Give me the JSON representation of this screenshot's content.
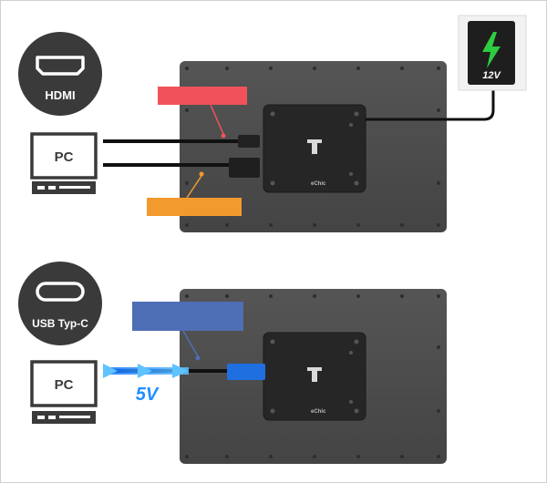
{
  "top_panel": {
    "hdmi_label": "HDMI",
    "pc_label": "PC",
    "adapter_label": "12V",
    "brand_label": "eChic",
    "callout_red_color": "#f1525a",
    "callout_orange_color": "#f29a2e"
  },
  "bottom_panel": {
    "usb_label": "USB Typ-C",
    "pc_label": "PC",
    "voltage_label": "5V",
    "brand_label": "eChic",
    "callout_blue_color": "#4e6fb5"
  },
  "colors": {
    "monitor": "#4a4a4a",
    "board": "#2a2a2a",
    "badge": "#3a3a3a",
    "accent_green": "#2ecc40",
    "accent_blue": "#1e90ff"
  }
}
